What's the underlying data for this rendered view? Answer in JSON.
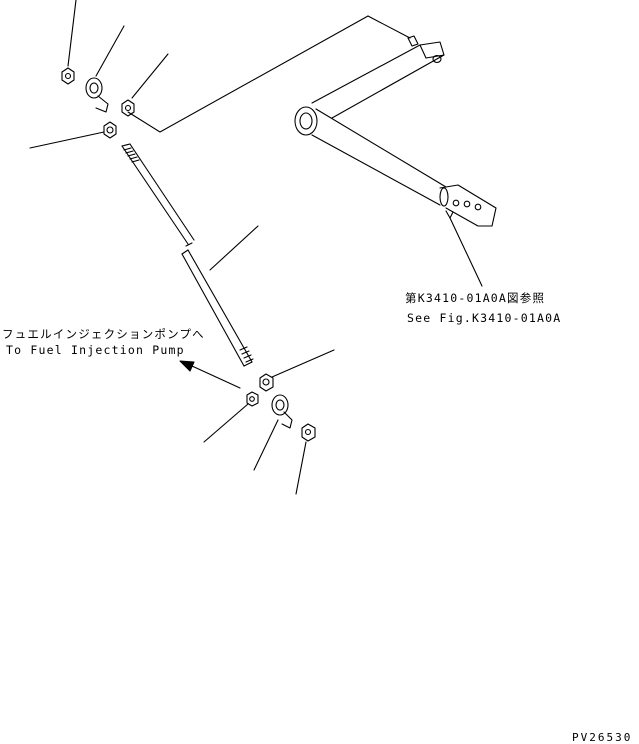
{
  "labels": {
    "reference_jp": "第K3410-01A0A図参照",
    "reference_en": "See Fig.K3410-01A0A",
    "pump_jp": "フュエルインジェクションポンプへ",
    "pump_en": "To Fuel Injection Pump",
    "drawing_code": "PV26530"
  },
  "colors": {
    "line": "#000000",
    "background": "#ffffff"
  }
}
